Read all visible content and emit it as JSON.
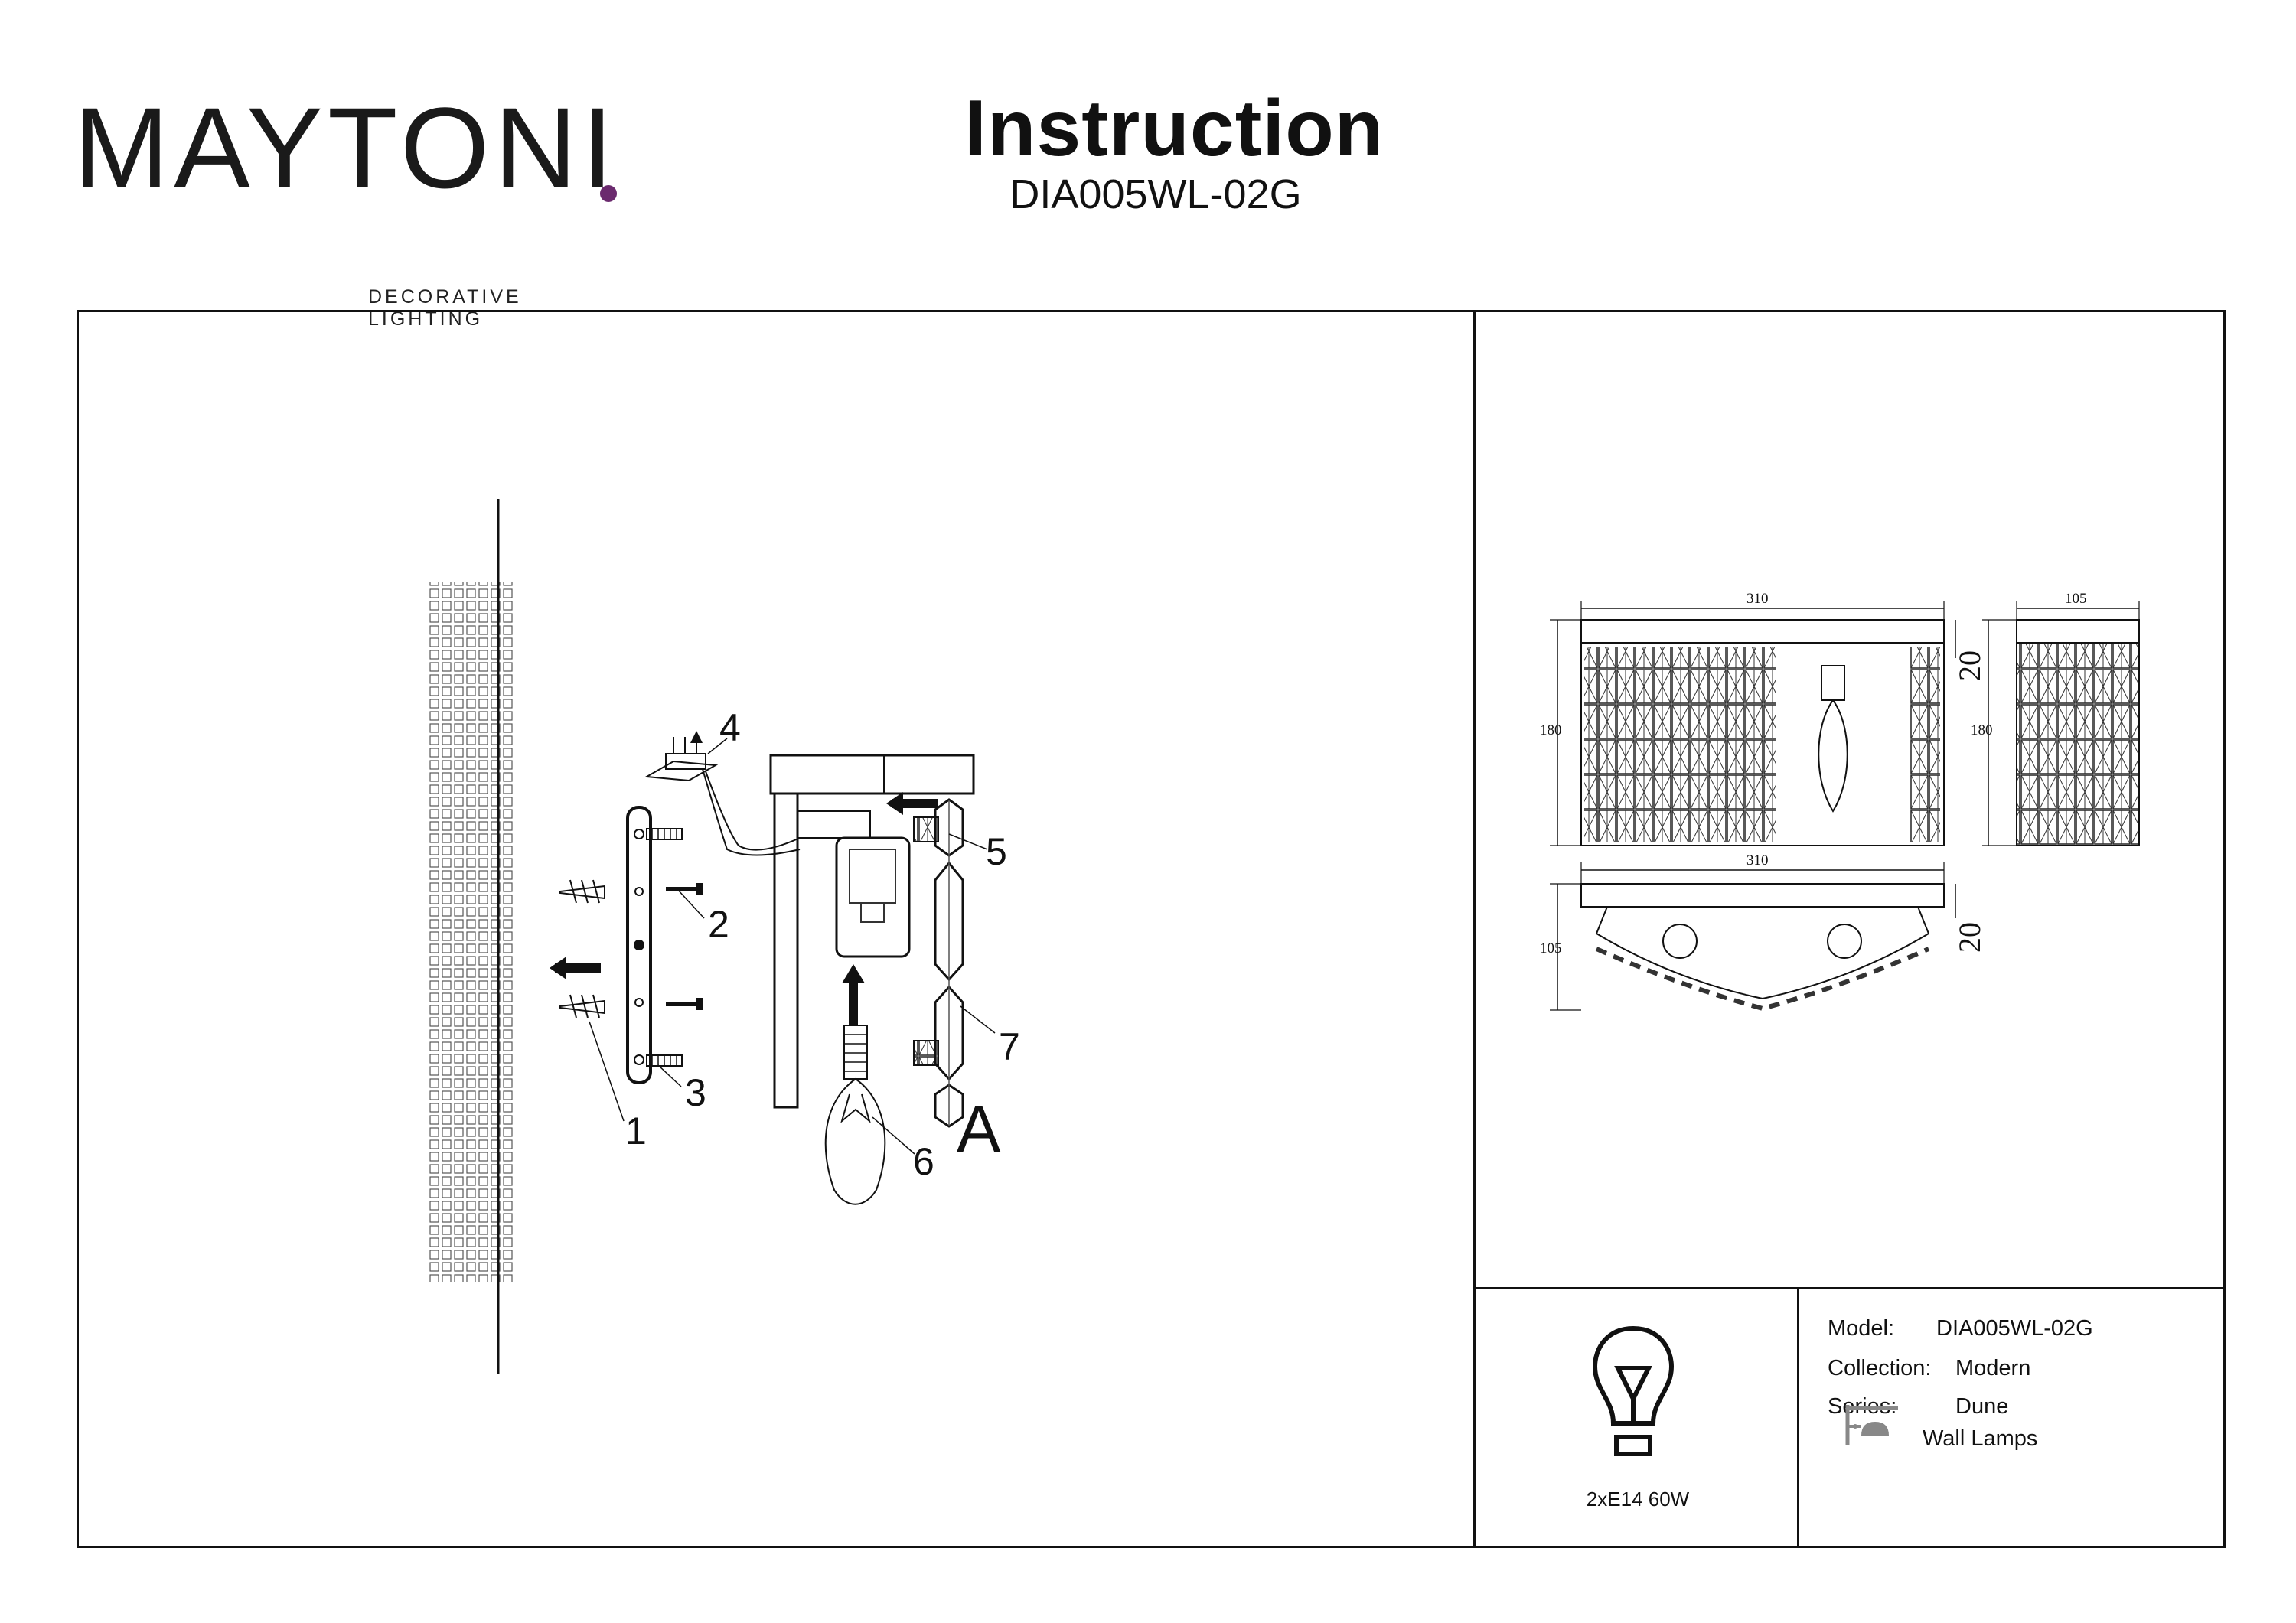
{
  "header": {
    "brand": "MAYTONI",
    "tagline": "DECORATIVE LIGHTING",
    "title": "Instruction",
    "model_code": "DIA005WL-02G"
  },
  "assembly": {
    "part_labels": [
      "1",
      "2",
      "3",
      "4",
      "5",
      "6",
      "7"
    ],
    "view_label": "A"
  },
  "dimensions": {
    "front_width": "310",
    "front_height": "180",
    "front_depth_top": "20",
    "side_width": "105",
    "side_height": "180",
    "top_width": "310",
    "top_depth": "105",
    "top_depth_top": "20"
  },
  "lamp": {
    "icon": "light-bulb-icon",
    "spec": "2xE14 60W"
  },
  "info": {
    "model_label": "Model:",
    "model_value": "DIA005WL-02G",
    "collection_label": "Collection:",
    "collection_value": "Modern",
    "series_label": "Series:",
    "series_value": "Dune",
    "type_icon": "wall-lamp-icon",
    "type_value": "Wall Lamps"
  }
}
